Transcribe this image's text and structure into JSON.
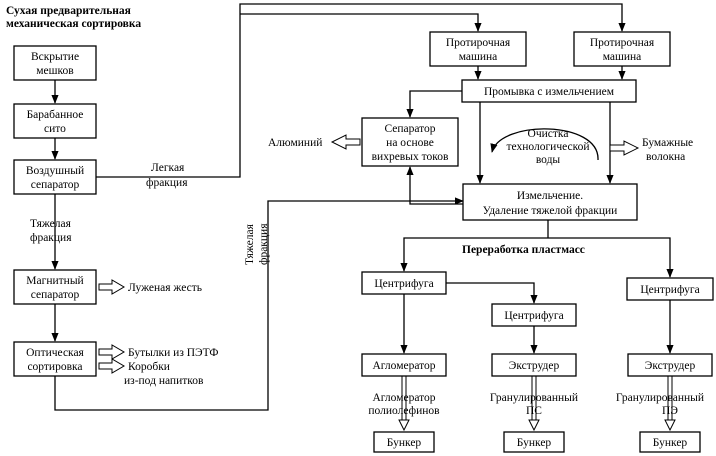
{
  "title": {
    "line1": "Сухая предварительная",
    "line2": "механическая сортировка"
  },
  "boxes": {
    "bag_opening": {
      "line1": "Вскрытие",
      "line2": "мешков"
    },
    "drum_screen": {
      "line1": "Барабанное",
      "line2": "сито"
    },
    "air_separator": {
      "line1": "Воздушный",
      "line2": "сепаратор"
    },
    "magnetic_separator": {
      "line1": "Магнитный",
      "line2": "сепаратор"
    },
    "optical_sorting": {
      "line1": "Оптическая",
      "line2": "сортировка"
    },
    "friction_machine_1": {
      "line1": "Протирочная",
      "line2": "машина"
    },
    "friction_machine_2": {
      "line1": "Протирочная",
      "line2": "машина"
    },
    "washing_shredding": {
      "line1": "Промывка с измельчением"
    },
    "eddy_separator": {
      "line1": "Сепаратор",
      "line2": "на основе",
      "line3": "вихревых токов"
    },
    "shredding_heavy": {
      "line1": "Измельчение.",
      "line2": "Удаление тяжелой фракции"
    },
    "centrifuge_1": {
      "line1": "Центрифуга"
    },
    "centrifuge_2": {
      "line1": "Центрифуга"
    },
    "centrifuge_3": {
      "line1": "Центрифуга"
    },
    "agglomerator": {
      "line1": "Агломератор"
    },
    "extruder_1": {
      "line1": "Экструдер"
    },
    "extruder_2": {
      "line1": "Экструдер"
    },
    "bunker_1": {
      "line1": "Бункер"
    },
    "bunker_2": {
      "line1": "Бункер"
    },
    "bunker_3": {
      "line1": "Бункер"
    }
  },
  "labels": {
    "light_fraction": {
      "line1": "Легкая",
      "line2": "фракция"
    },
    "heavy_fraction_left": {
      "line1": "Тяжелая",
      "line2": "фракция"
    },
    "heavy_fraction_right": {
      "line1": "Тяжелая",
      "line2": "фракция"
    },
    "tinned_iron": "Луженая жесть",
    "pet_bottles": "Бутылки из ПЭТФ",
    "drink_cartons": {
      "line1": "Коробки",
      "line2": "из-под напитков"
    },
    "aluminium": "Алюминий",
    "water_treatment": {
      "line1": "Очистка",
      "line2": "технологической",
      "line3": "воды"
    },
    "paper_fibers": {
      "line1": "Бумажные",
      "line2": "волокна"
    },
    "plastics_processing": "Переработка пластмасс",
    "agglomerate_polyolefins": {
      "line1": "Агломератор",
      "line2": "полиолефинов"
    },
    "granulated_ps": {
      "line1": "Гранулированный",
      "line2": "ПС"
    },
    "granulated_pe": {
      "line1": "Гранулированный",
      "line2": "ПЭ"
    }
  }
}
